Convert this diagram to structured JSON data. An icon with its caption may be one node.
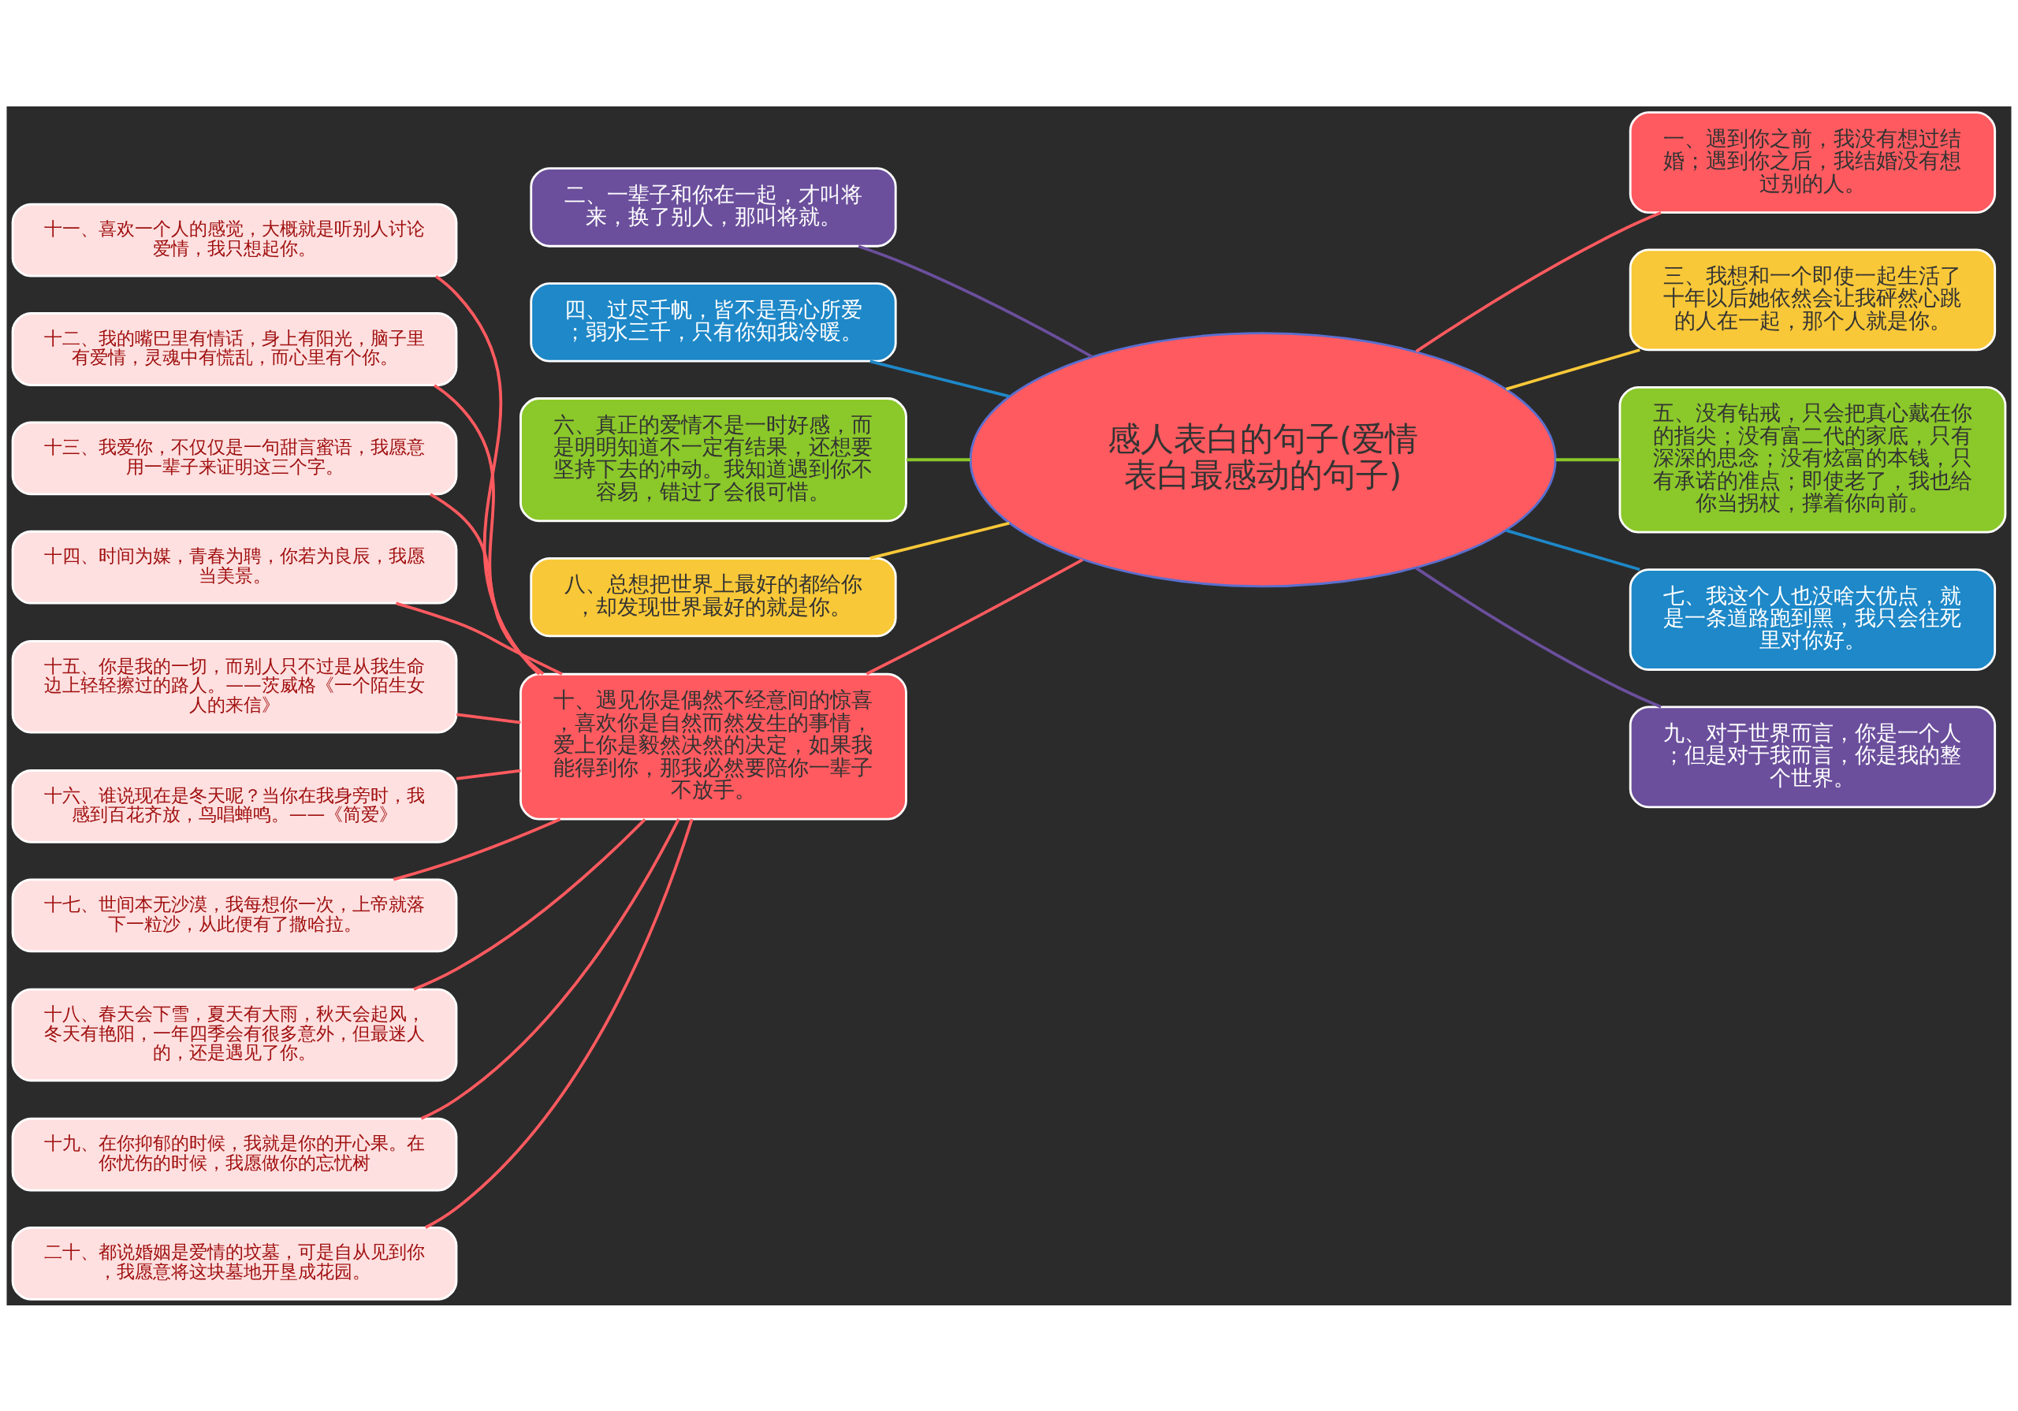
{
  "diagram": {
    "nodes": [
      {
        "text": [
          "感人表白的句子(爱情表白最感动的句子)"
        ]
      },
      {
        "text": [
          "一、遇到你之前，我没有想过结婚；遇到你之后，我结婚没有想过别的人。"
        ]
      },
      {
        "text": [
          "二、一辈子和你在一起，才叫将来，换了别人，那叫将就。"
        ]
      },
      {
        "text": [
          "三、我想和一个即使一起生活了十年以后她依然会让我砰然心跳的人在一起，那个人就是你。"
        ]
      },
      {
        "text": [
          "四、过尽千帆，皆不是吾心所爱；弱水三千，只有你知我冷暖。"
        ]
      },
      {
        "text": [
          "五、没有钻戒，只会把真心戴在你的指尖；没有富二代的家底，只有深深的思念；没有炫富的本钱，只有承诺的准点；即使老了，我也给你当拐杖，撑着你向前。"
        ]
      },
      {
        "text": [
          "六、真正的爱情不是一时好感，而是明明知道不一定有结果，还想要坚持下去的冲动。我知道遇到你不容易，错过了会很可惜。"
        ]
      },
      {
        "text": [
          "七、我这个人也没啥大优点，就是一条道路跑到黑，我只会往死里对你好。"
        ]
      },
      {
        "text": [
          "八、总想把世界上最好的都给你，却发现世界最好的就是你。"
        ]
      },
      {
        "text": [
          "九、对于世界而言，你是一个人；但是对于我而言，你是我的整个世界。"
        ]
      },
      {
        "text": [
          "十、遇见你是偶然不经意间的惊喜，喜欢你是自然而然发生的事情，爱上你是毅然决然的决定，如果我能得到你，那我必然要陪你一辈子不放手。"
        ]
      },
      {
        "text": [
          "十一、喜欢一个人的感觉，大概就是听别人讨论爱情，我只想起你。"
        ]
      },
      {
        "text": [
          "十二、我的嘴巴里有情话，身上有阳光，脑子里有爱情，灵魂中有慌乱，而心里有个你。"
        ]
      },
      {
        "text": [
          "十三、我爱你，不仅仅是一句甜言蜜语，我愿意用一辈子来证明这三个字。"
        ]
      },
      {
        "text": [
          "十四、时间为媒，青春为聘，你若为良辰，我愿当美景。"
        ]
      },
      {
        "text": [
          "十五、你是我的一切，而别人只不过是从我生命边上轻轻擦过的路人。——茨威格《一个陌生女人的来信》"
        ]
      },
      {
        "text": [
          "十六、谁说现在是冬天呢？当你在我身旁时，我感到百花齐放，鸟唱蝉鸣。——《简爱》"
        ]
      },
      {
        "text": [
          "十七、世间本无沙漠，我每想你一次，上帝就落下一粒沙，从此便有了撒哈拉。"
        ]
      },
      {
        "text": [
          "十八、春天会下雪，夏天有大雨，秋天会起风，冬天有艳阳，一年四季会有很多意外，但最迷人的，还是遇见了你。"
        ]
      },
      {
        "text": [
          "十九、在你抑郁的时候，我就是你的开心果。在你忧伤的时候，我愿做你的忘忧树"
        ]
      },
      {
        "text": [
          "二十、都说婚姻是爱情的坟墓，可是自从见到你，我愿意将这块墓地开垦成花园。"
        ]
      }
    ],
    "edges": [
      {
        "from": 0,
        "to": 2,
        "arrow": "none",
        "color": "#6b4f9c"
      },
      {
        "from": 0,
        "to": 4,
        "arrow": "none",
        "color": "#1e88c8"
      },
      {
        "from": 0,
        "to": 6,
        "arrow": "none",
        "color": "#8bc82a"
      },
      {
        "from": 0,
        "to": 8,
        "arrow": "none",
        "color": "#f9c838"
      },
      {
        "from": 0,
        "to": 10,
        "arrow": "none"
      },
      {
        "from": 0,
        "to": 1,
        "arrow": "none"
      },
      {
        "from": 0,
        "to": 3,
        "arrow": "none",
        "color": "#f9c838"
      },
      {
        "from": 0,
        "to": 5,
        "arrow": "none",
        "color": "#8bc82a"
      },
      {
        "from": 0,
        "to": 7,
        "arrow": "none",
        "color": "#1e88c8"
      },
      {
        "from": 0,
        "to": 9,
        "arrow": "none",
        "color": "#6b4f9c"
      },
      {
        "from": 10,
        "to": 11,
        "arrow": "none"
      },
      {
        "from": 10,
        "to": 12,
        "arrow": "none"
      },
      {
        "from": 10,
        "to": 13,
        "arrow": "none"
      },
      {
        "from": 10,
        "to": 14,
        "arrow": "none"
      },
      {
        "from": 10,
        "to": 15,
        "arrow": "none"
      },
      {
        "from": 10,
        "to": 16,
        "arrow": "none"
      },
      {
        "from": 10,
        "to": 17,
        "arrow": "none"
      },
      {
        "from": 10,
        "to": 18,
        "arrow": "none"
      },
      {
        "from": 10,
        "to": 19,
        "arrow": "none"
      },
      {
        "from": 10,
        "to": 20,
        "arrow": "none"
      }
    ]
  }
}
